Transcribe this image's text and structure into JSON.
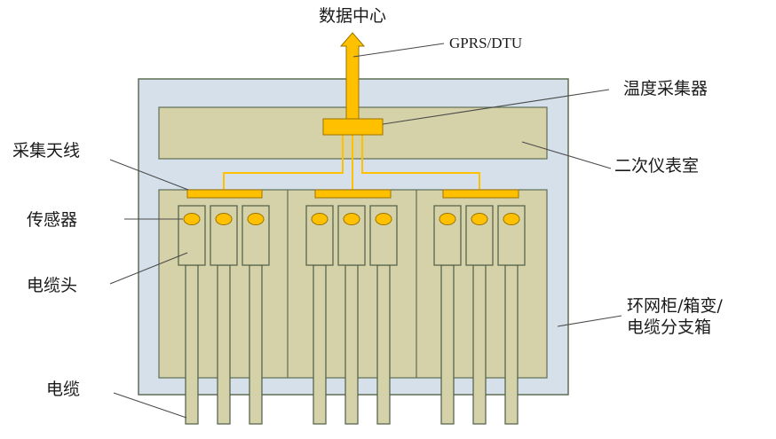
{
  "labels": {
    "data_center": "数据中心",
    "gprs_dtu": "GPRS/DTU",
    "temp_collector": "温度采集器",
    "secondary_room": "二次仪表室",
    "collector_antenna": "采集天线",
    "sensor": "传感器",
    "cable_head": "电缆头",
    "ring_cabinet_line1": "环网柜/箱变/",
    "ring_cabinet_line2": "电缆分支箱",
    "cable": "电缆"
  },
  "colors": {
    "enclosure": "#d6e0ea",
    "panel": "#d5d1a9",
    "device": "#ffc000",
    "outline": "#5e6e55"
  }
}
